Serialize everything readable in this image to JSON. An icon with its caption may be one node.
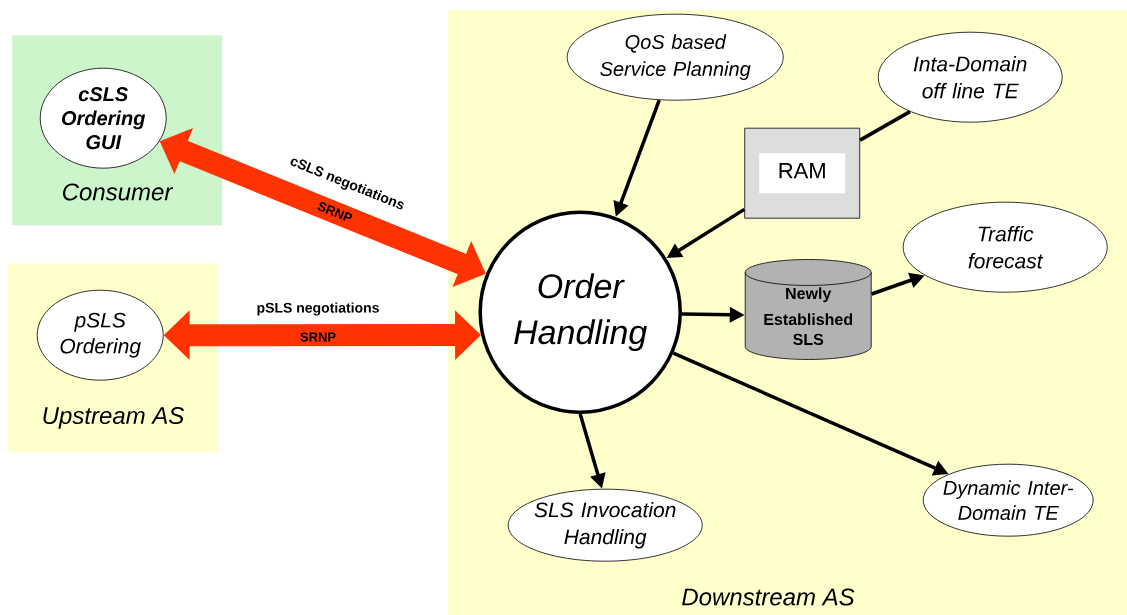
{
  "diagram": {
    "nodes": [
      {
        "text": [
          "Consumer"
        ]
      },
      {
        "text": [
          "cSLS Ordering GUI"
        ],
        "in": 0
      },
      {
        "text": [
          "Upstream AS"
        ]
      },
      {
        "text": [
          "pSLS Ordering"
        ],
        "in": 2
      },
      {
        "text": [
          "Downstream AS"
        ]
      },
      {
        "text": [
          "QoS based Service Planning"
        ],
        "in": 4
      },
      {
        "text": [
          "Inta-Domain off line TE"
        ],
        "in": 4
      },
      {
        "text": [
          "RAM"
        ],
        "in": 4
      },
      {
        "text": [
          "Order Handling"
        ],
        "in": 4
      },
      {
        "text": [
          "Traffic forecast"
        ],
        "in": 4
      },
      {
        "text": [
          "Newly Established SLS"
        ],
        "in": 4
      },
      {
        "text": [
          "SLS Invocation Handling"
        ],
        "in": 4
      },
      {
        "text": [
          "Dynamic Inter-Domain TE"
        ],
        "in": 4
      }
    ],
    "edges": [
      {
        "from": 1,
        "to": 8,
        "arrow": "both",
        "label": "SRNP",
        "style": "thick",
        "color": "#ff3300"
      },
      {
        "from": 3,
        "to": 8,
        "arrow": "both",
        "label": "SRNP",
        "style": "thick",
        "color": "#ff3300"
      },
      {
        "from": 5,
        "to": 8,
        "arrow": "to"
      },
      {
        "from": 6,
        "to": 7,
        "arrow": "none"
      },
      {
        "from": 7,
        "to": 8,
        "arrow": "to"
      },
      {
        "from": 8,
        "to": 10,
        "arrow": "to"
      },
      {
        "from": 10,
        "to": 9,
        "arrow": "to"
      },
      {
        "from": 8,
        "to": 11,
        "arrow": "to"
      },
      {
        "from": 8,
        "to": 12,
        "arrow": "to"
      }
    ],
    "labels": [
      "cSLS negotiations",
      "pSLS negotiations"
    ]
  }
}
